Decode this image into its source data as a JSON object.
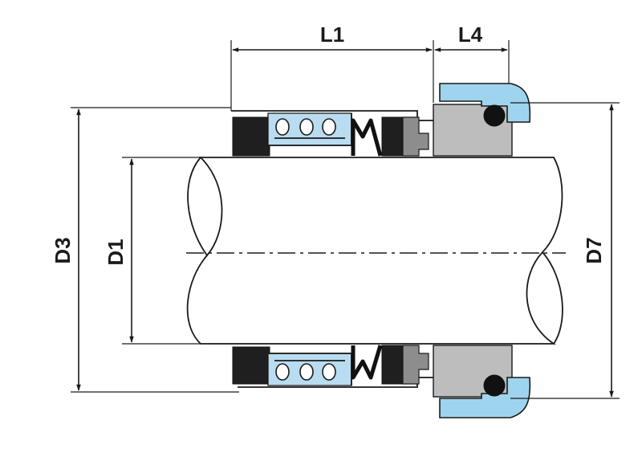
{
  "diagram": {
    "labels": {
      "l1": "L1",
      "l4": "L4",
      "d3": "D3",
      "d1": "D1",
      "d7": "D7"
    },
    "colors": {
      "gland": "#9fd4ee",
      "spring_housing": "#b9dcf0",
      "metal": "#bdbdbd",
      "seal_face": "#1f1f1f",
      "line": "#1a1a1a"
    },
    "icons": {
      "arrow": "arrowhead-icon",
      "spring": "spring-coil-icon",
      "oring": "o-ring-icon"
    }
  }
}
